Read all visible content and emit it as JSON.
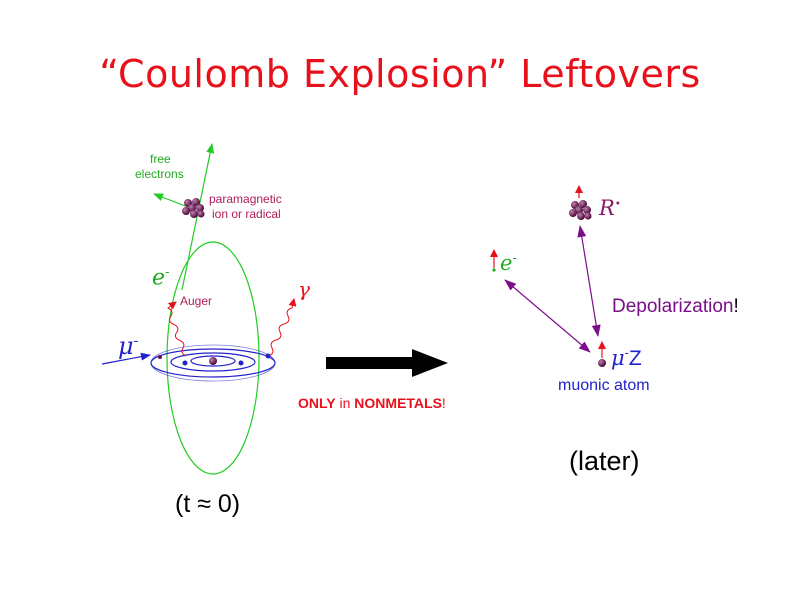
{
  "title": "“Coulomb Explosion”  Leftovers",
  "left": {
    "free_electrons_line1": "free",
    "free_electrons_line2": "electrons",
    "paramagnetic_line1": "paramagnetic",
    "paramagnetic_line2": "ion or radical",
    "electron_symbol": "e",
    "electron_charge": "-",
    "auger": "Auger",
    "gamma": "γ",
    "muon_symbol": "μ",
    "muon_charge": "-",
    "time_label": "(t ≈ 0)"
  },
  "middle": {
    "only": "ONLY",
    "in": " in ",
    "nonmetals": "NONMETALS",
    "bang": "!"
  },
  "right": {
    "radical_symbol": "R",
    "radical_dot": "•",
    "electron_symbol": "e",
    "electron_charge": "-",
    "depolarization": "Depolarization",
    "depolarization_bang": "!",
    "muon_symbol": "μ",
    "muon_charge": "-",
    "muon_z": "Z",
    "muonic_atom": "muonic atom",
    "later": "(later)"
  },
  "colors": {
    "title": "#e8101a",
    "orbit_green": "#22cc22",
    "orbit_blue": "#2222cc",
    "wave_red": "#e8101a",
    "purple": "#7b0f8a",
    "atom": "#6a1050"
  }
}
